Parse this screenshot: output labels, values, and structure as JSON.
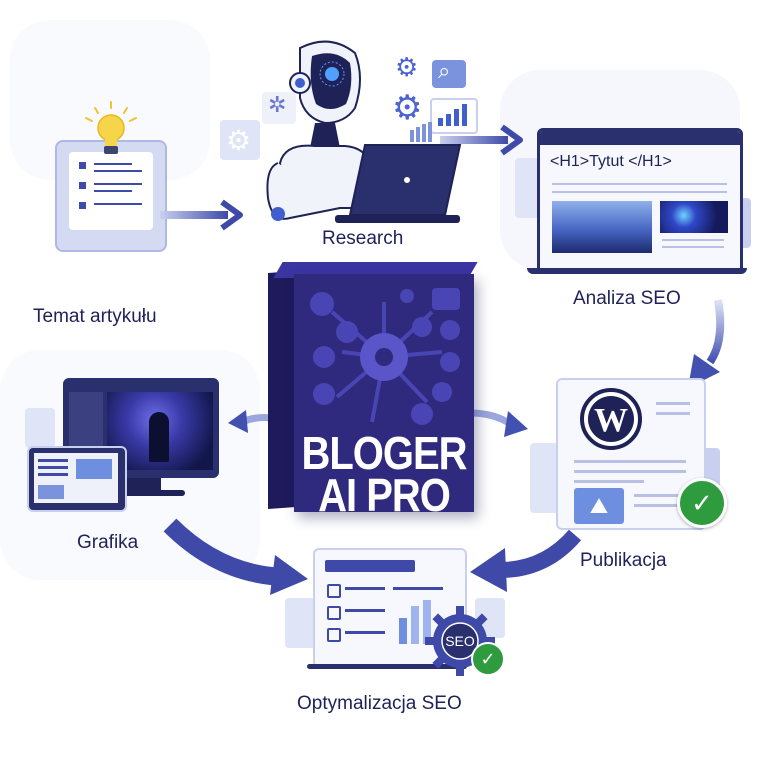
{
  "product": {
    "title_line1": "BLOGER",
    "title_line2": "AI PRO",
    "box_color": "#2f2a7e",
    "box_side_color": "#1e1a5c"
  },
  "colors": {
    "accent": "#3f4aa8",
    "arrow": "#4250b0",
    "light": "#dfe4f6",
    "text": "#1e2257",
    "check_green": "#2e9b3e",
    "bulb": "#f7d54a"
  },
  "steps": [
    {
      "id": "topic",
      "label": "Temat artykułu",
      "icon": "lightbulb-document-icon"
    },
    {
      "id": "research",
      "label": "Research",
      "icon": "robot-laptop-icon"
    },
    {
      "id": "seo-analysis",
      "label": "Analiza SEO",
      "icon": "browser-window-icon",
      "heading_text": "<H1>Tytut </H1>"
    },
    {
      "id": "publish",
      "label": "Publikacja",
      "icon": "wordpress-document-icon"
    },
    {
      "id": "seo-optimization",
      "label": "Optymalizacja SEO",
      "icon": "seo-gear-checklist-icon",
      "badge": "SEO"
    },
    {
      "id": "graphics",
      "label": "Grafika",
      "icon": "monitor-tablet-icon"
    }
  ]
}
